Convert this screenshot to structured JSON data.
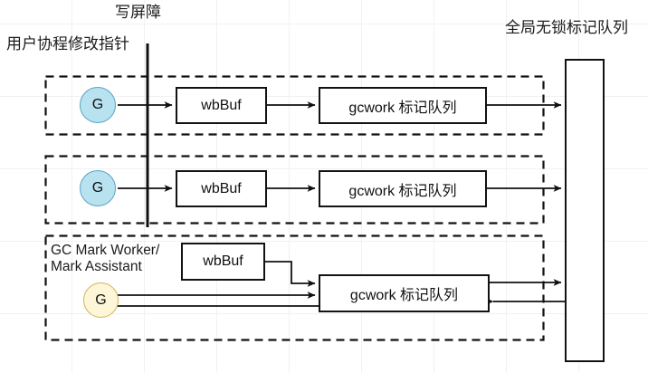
{
  "diagram": {
    "type": "flow-diagram",
    "labels": {
      "write_barrier": "写屏障",
      "user_goroutine": "用户协程修改指针",
      "global_queue_title": "全局无锁标记队列",
      "worker_line1": "GC Mark Worker/",
      "worker_line2": "Mark Assistant"
    },
    "colors": {
      "goroutine_user_fill": "#b9e2f0",
      "goroutine_user_stroke": "#56a5bf",
      "goroutine_worker_fill": "#fdf6d9",
      "goroutine_worker_stroke": "#d3b354",
      "box_stroke": "#121212",
      "arrow": "#101010",
      "grid": "#f1f1f1"
    },
    "rows": [
      {
        "id": "row-1",
        "kind": "user-goroutine",
        "goroutine_label": "G",
        "wbbuf_label": "wbBuf",
        "gcwork_label": "gcwork 标记队列"
      },
      {
        "id": "row-2",
        "kind": "user-goroutine",
        "goroutine_label": "G",
        "wbbuf_label": "wbBuf",
        "gcwork_label": "gcwork 标记队列"
      },
      {
        "id": "row-3",
        "kind": "gc-mark-worker",
        "goroutine_label": "G",
        "wbbuf_label": "wbBuf",
        "gcwork_label": "gcwork 标记队列"
      }
    ],
    "global_queue": {
      "label": ""
    }
  }
}
